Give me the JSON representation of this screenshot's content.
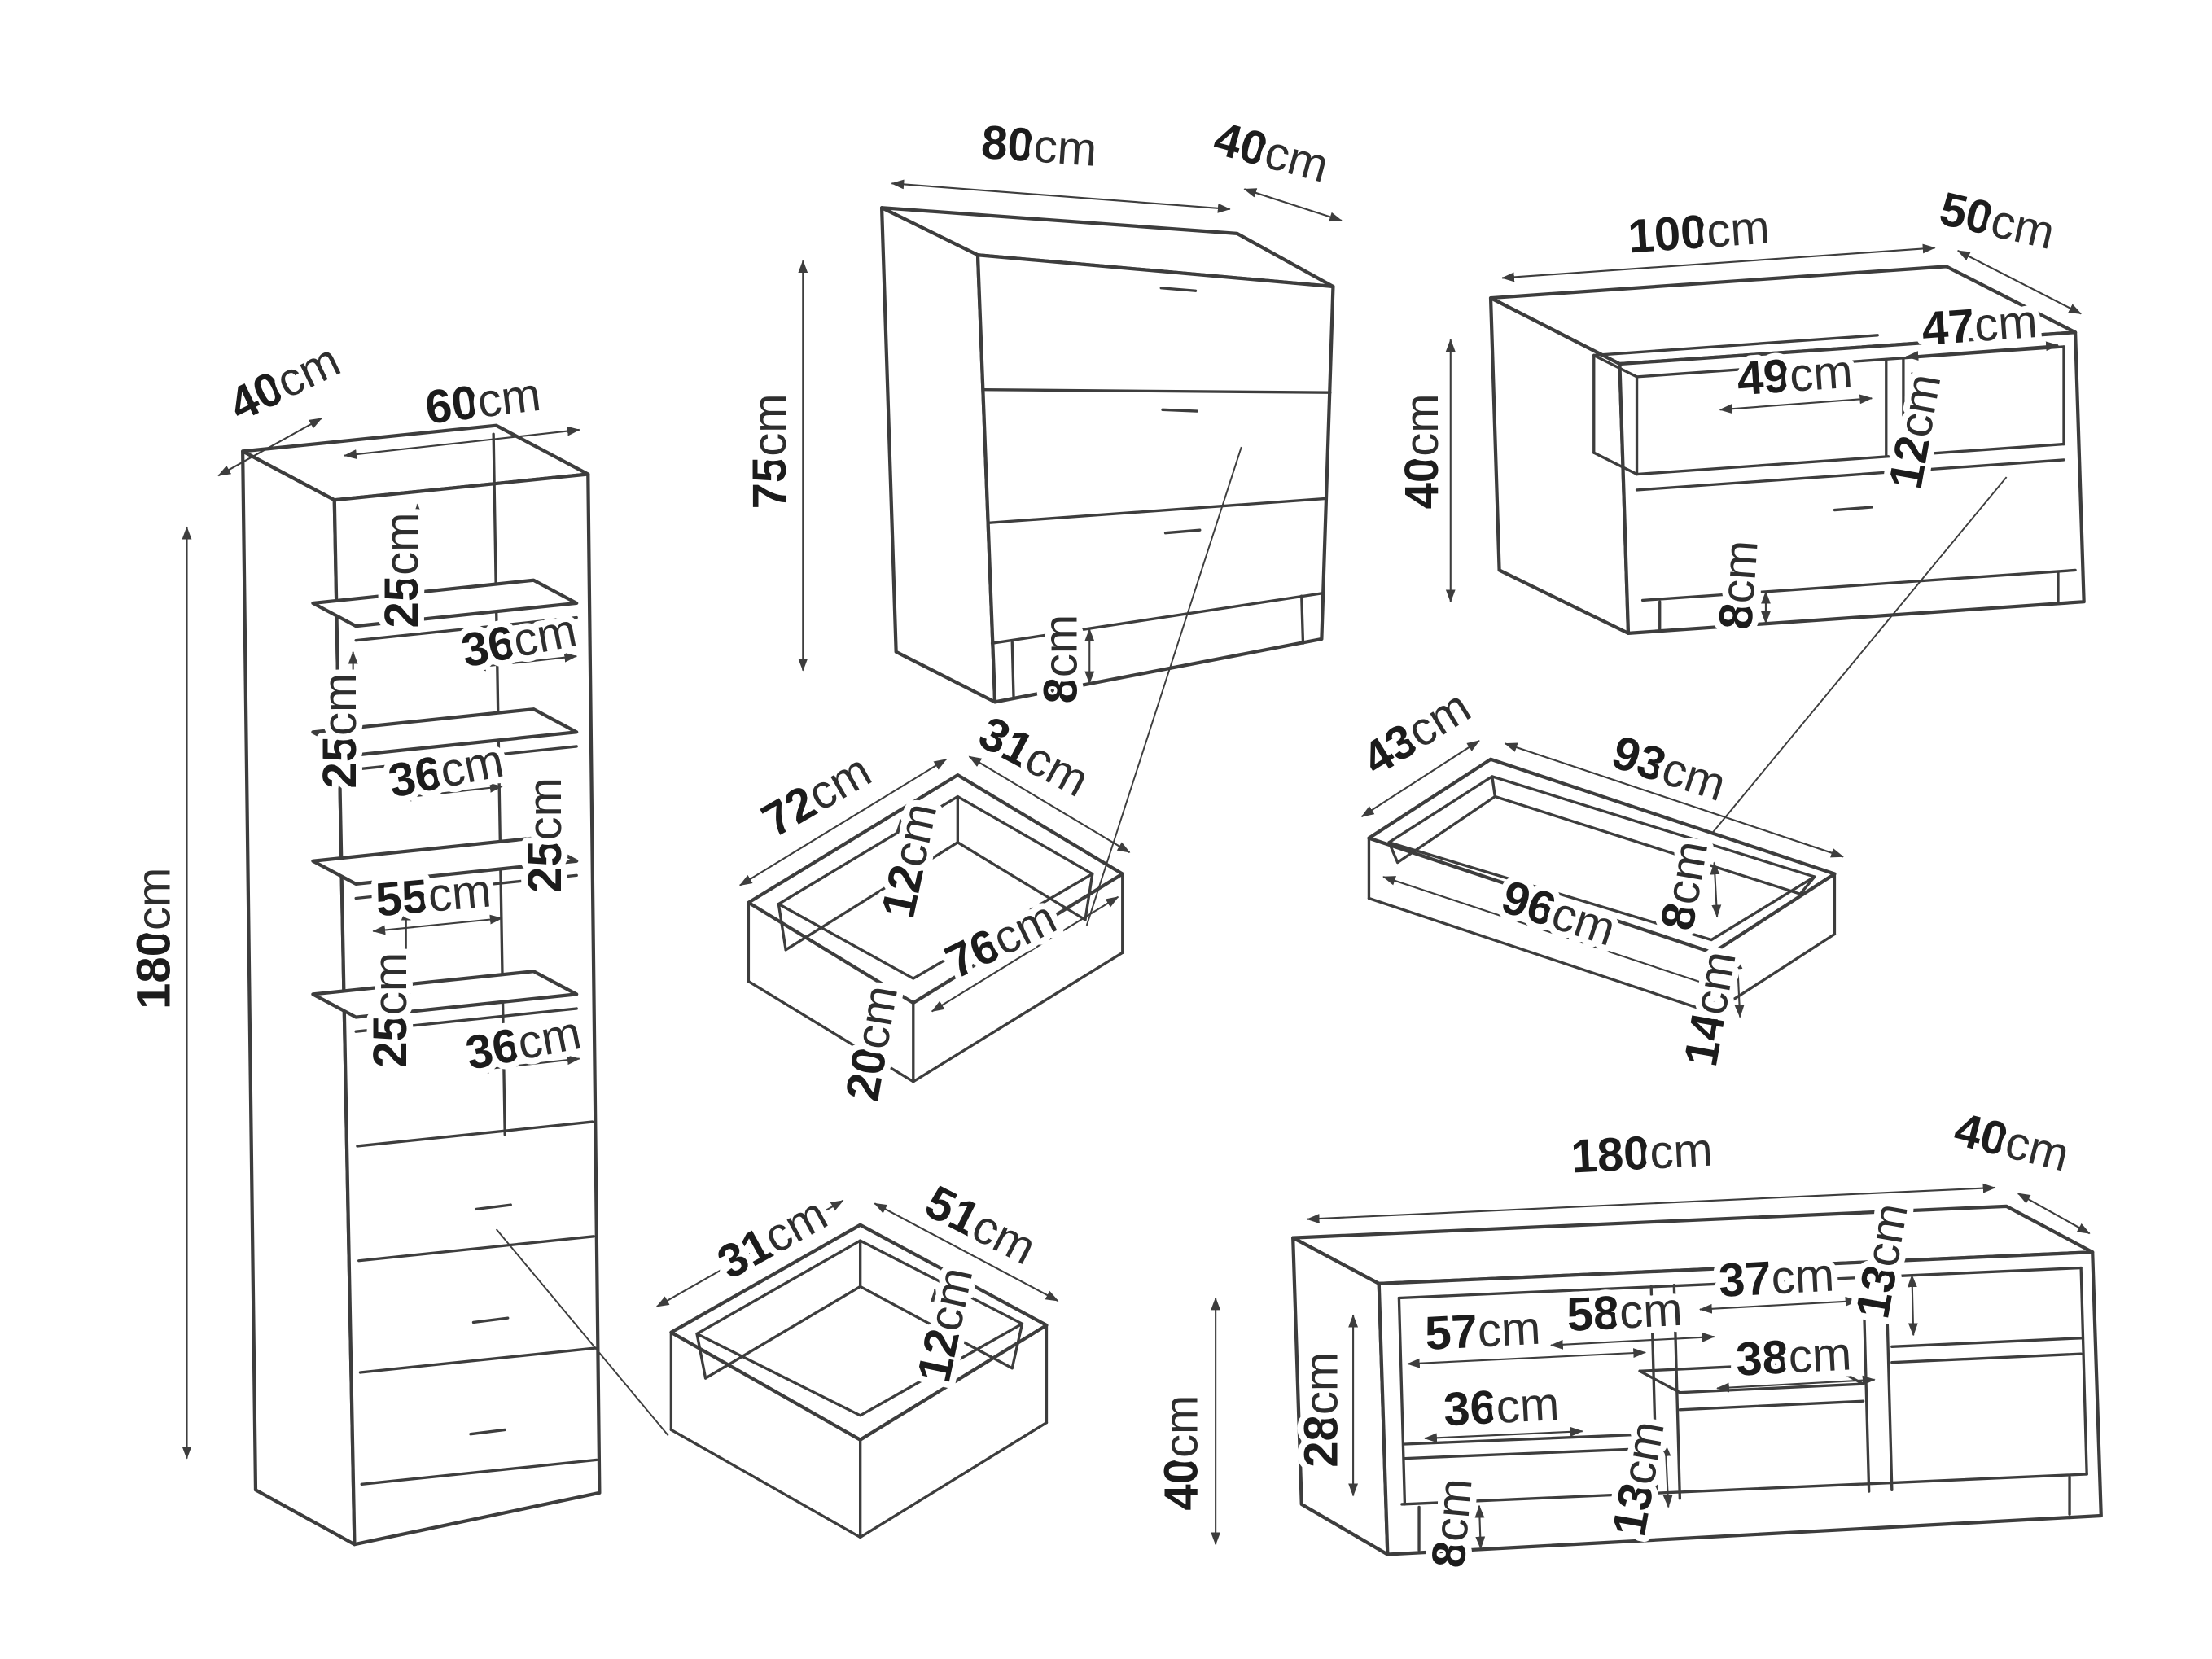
{
  "unit": "cm",
  "colors": {
    "background": "#ffffff",
    "line": "#3d3d3d",
    "text": "#1c1c1c"
  },
  "pieces": {
    "tall_cabinet": {
      "depth": "40",
      "width": "60",
      "height": "180",
      "shelf_gap_1": "25",
      "shelf_width_1": "36",
      "shelf_gap_2": "25",
      "shelf_width_2": "36",
      "shelf_gap_3": "25",
      "inner_width": "55",
      "shelf_gap_4": "25",
      "shelf_width_3": "36"
    },
    "chest_of_drawers": {
      "width": "80",
      "depth": "40",
      "height": "75",
      "plinth_height": "8"
    },
    "tv_stand_small": {
      "width": "100",
      "depth": "50",
      "height": "40",
      "niche_width_left": "49",
      "niche_width_right": "47",
      "niche_height": "12",
      "plinth_height": "8"
    },
    "drawer_large": {
      "side_width": "72",
      "side_depth": "31",
      "inner_height": "12",
      "front_width": "76",
      "front_height": "20"
    },
    "underbed_drawer": {
      "depth": "43",
      "back_width": "93",
      "front_width": "96",
      "inner_height": "8",
      "outer_height": "14"
    },
    "drawer_small": {
      "side_depth": "31",
      "side_width": "51",
      "inner_height": "12"
    },
    "tv_stand_large": {
      "width": "180",
      "depth": "40",
      "height": "40",
      "inner_height": "28",
      "niche_width_1": "57",
      "shelf_width_1": "36",
      "niche_width_2": "58",
      "shelf_width_2": "38",
      "niche_width_3": "37",
      "niche_height_3": "13",
      "shelf_height": "13",
      "plinth_height": "8"
    }
  }
}
